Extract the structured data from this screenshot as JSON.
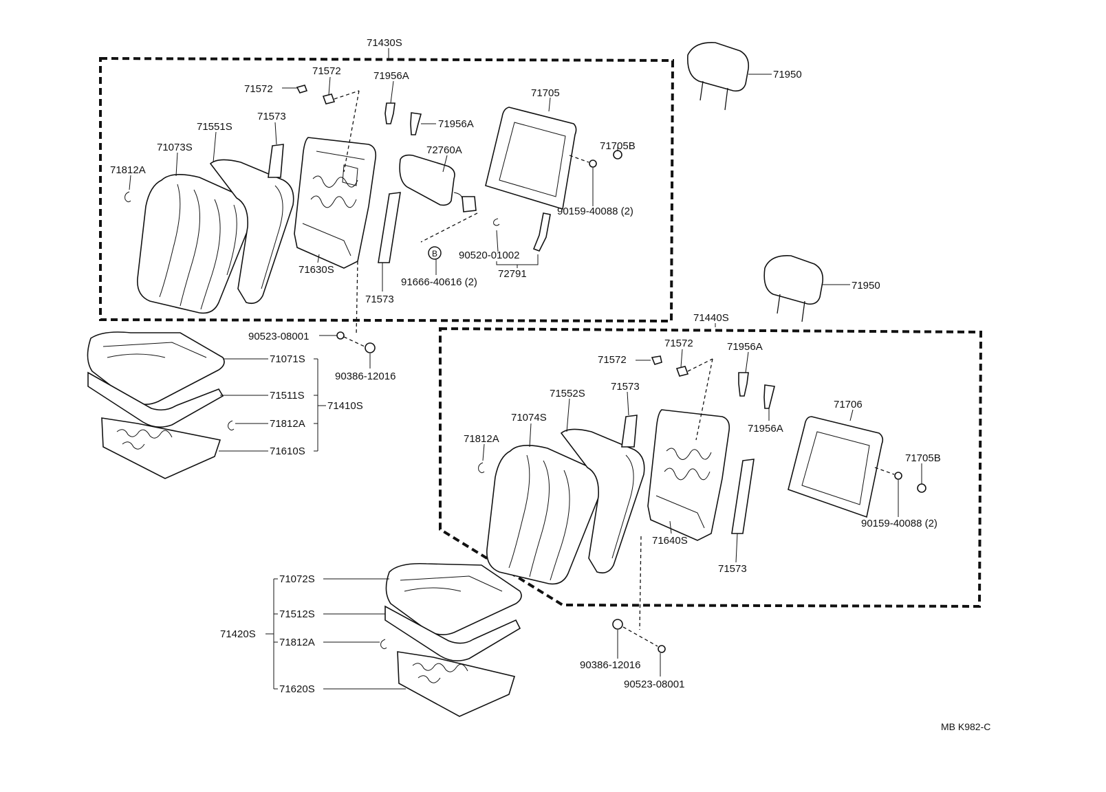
{
  "labels": {
    "a71430S": "71430S",
    "a71572_t": "71572",
    "a71572_l": "71572",
    "a71956A_t": "71956A",
    "a71956A_r": "71956A",
    "a71705": "71705",
    "a71705B": "71705B",
    "a71573_t": "71573",
    "a71551S": "71551S",
    "a71073S": "71073S",
    "a71812A_l": "71812A",
    "a72760A": "72760A",
    "a90159_a": "90159-40088 (2)",
    "a90520": "90520-01002",
    "a72791": "72791",
    "a91666": "91666-40616 (2)",
    "a71630S": "71630S",
    "a71573_b": "71573",
    "a90523_a": "90523-08001",
    "a90386_a": "90386-12016",
    "a71071S": "71071S",
    "a71511S": "71511S",
    "a71410S": "71410S",
    "a71812A_m": "71812A",
    "a71610S": "71610S",
    "a71950_a": "71950",
    "a71950_b": "71950",
    "a71440S": "71440S",
    "b71572_t": "71572",
    "b71572_l": "71572",
    "b71956A_t": "71956A",
    "b71956A_b": "71956A",
    "b71573_t": "71573",
    "b71552S": "71552S",
    "b71074S": "71074S",
    "b71812A": "71812A",
    "b71706": "71706",
    "b71705B": "71705B",
    "b90159": "90159-40088 (2)",
    "b71640S": "71640S",
    "b71573_b": "71573",
    "b71072S": "71072S",
    "b71512S": "71512S",
    "b71420S": "71420S",
    "b71812A_c": "71812A",
    "b71620S": "71620S",
    "b90386": "90386-12016",
    "b90523": "90523-08001",
    "circleB": "B",
    "code": "MB K982-C"
  }
}
